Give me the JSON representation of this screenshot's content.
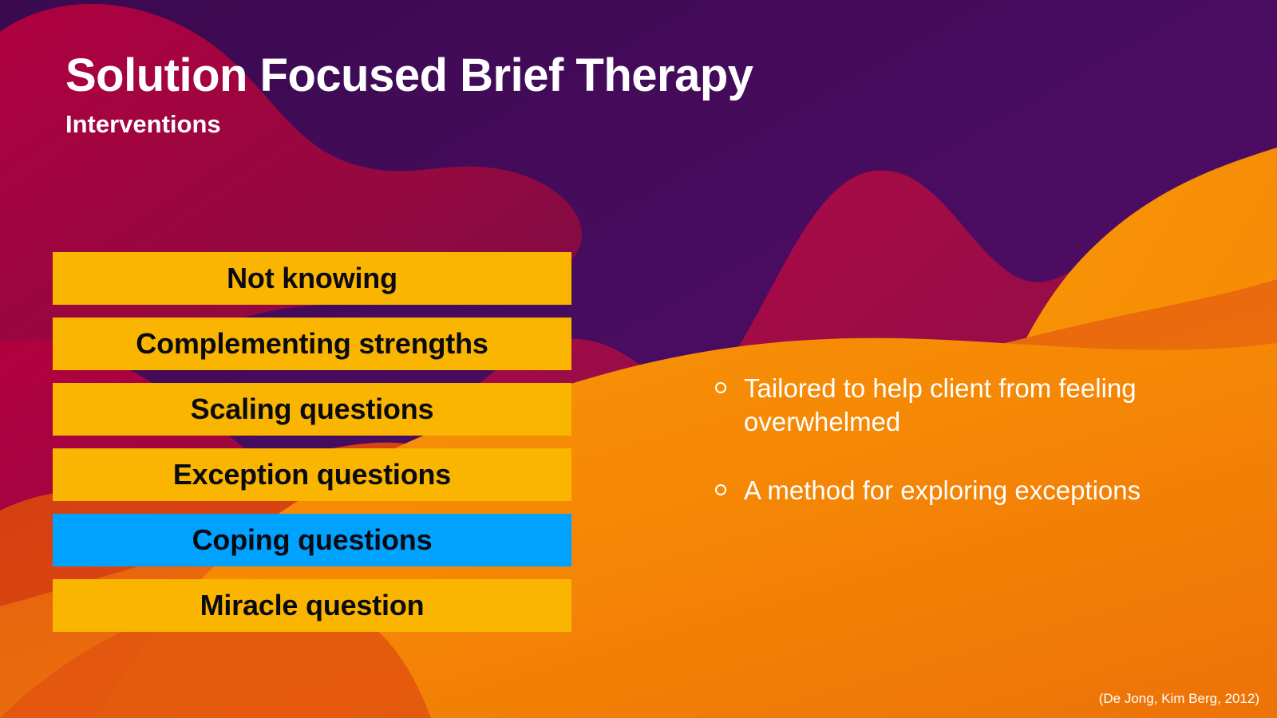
{
  "header": {
    "title": "Solution Focused Brief Therapy",
    "subtitle": "Interventions"
  },
  "interventions": {
    "items": [
      {
        "label": "Not knowing",
        "highlighted": false
      },
      {
        "label": "Complementing strengths",
        "highlighted": false
      },
      {
        "label": "Scaling questions",
        "highlighted": false
      },
      {
        "label": "Exception questions",
        "highlighted": false
      },
      {
        "label": "Coping questions",
        "highlighted": true
      },
      {
        "label": "Miracle question",
        "highlighted": false
      }
    ]
  },
  "notes": {
    "bullets": [
      "Tailored to help client from feeling overwhelmed",
      "A method for exploring exceptions"
    ]
  },
  "citation": {
    "text": "(De Jong, Kim Berg, 2012)"
  },
  "colors": {
    "bar_default": "#F9B500",
    "bar_highlight": "#00A2FF",
    "bar_text": "#0A0A12",
    "title_text": "#FFFFFF",
    "bg_purple_dark": "#3B0A50",
    "bg_purple": "#4E0C64",
    "bg_crimson": "#9E0A46",
    "bg_magenta": "#B8003F",
    "bg_red_orange": "#D9430F",
    "bg_orange": "#EF7209",
    "bg_orange_light": "#F99505"
  }
}
